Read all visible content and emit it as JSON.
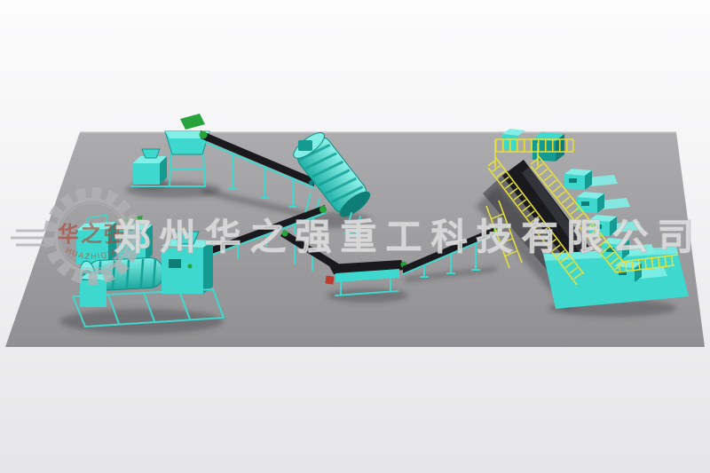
{
  "watermark": {
    "company_text": "郑州华之强重工科技有限公司",
    "logo_cn": "华之强",
    "logo_en": "HUAZHIQIANG"
  },
  "colors": {
    "background_top": "#fcfcfd",
    "background_bottom": "#e6e6e8",
    "platform_gray": "#acacae",
    "platform_gray_dark": "#909092",
    "machine_cyan": "#3ed8ce",
    "machine_cyan_light": "#82eee6",
    "machine_cyan_dark": "#149a91",
    "machine_teal_deep": "#0d7d76",
    "belt_black": "#1a1a1e",
    "railing_yellow": "#e6e03a",
    "chute_green": "#28a33b",
    "accent_red": "#c03a2d",
    "watermark_gray": "#b2b2b4",
    "logo_red": "#b04a3c",
    "shadow": "rgba(55,55,62,0.38)"
  },
  "scene": {
    "type": "3d-render",
    "subject": "fertilizer production line equipment layout on gray platform",
    "equipment": [
      "feeder-crusher-unit",
      "inclined-belt-conveyor-1",
      "rotary-drum-screen",
      "belt-conveyor-2",
      "granulator-mixer-cluster",
      "belt-conveyor-3",
      "belt-feeder",
      "belt-conveyor-4",
      "bagging-line-with-railings"
    ]
  }
}
